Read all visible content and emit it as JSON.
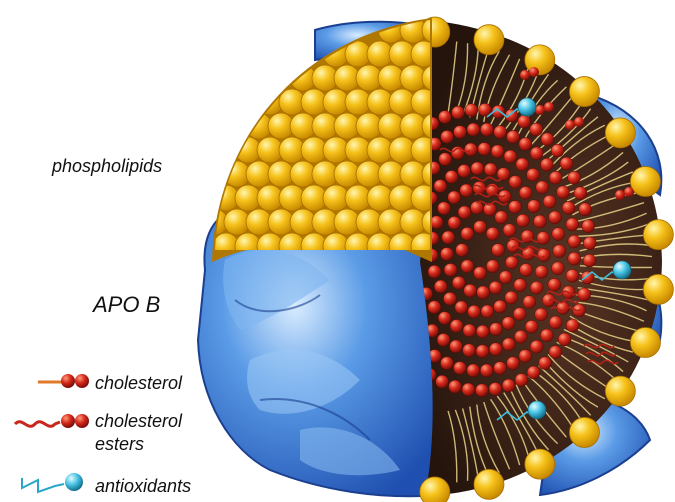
{
  "labels": {
    "phospholipids": "phospholipids",
    "apo_b": "APO B",
    "cholesterol": "cholesterol",
    "cholesterol_esters_line1": "cholesterol",
    "cholesterol_esters_line2": "esters",
    "antioxidants": "antioxidants"
  },
  "colors": {
    "phospholipid_head": "#f2b400",
    "apo_b_protein": "#3d7fd6",
    "core_background": "#3a2418",
    "cholesterol_ester": "#d4261c",
    "antioxidant": "#3cc0e0",
    "fatty_acid_tail": "#e8d48a"
  }
}
